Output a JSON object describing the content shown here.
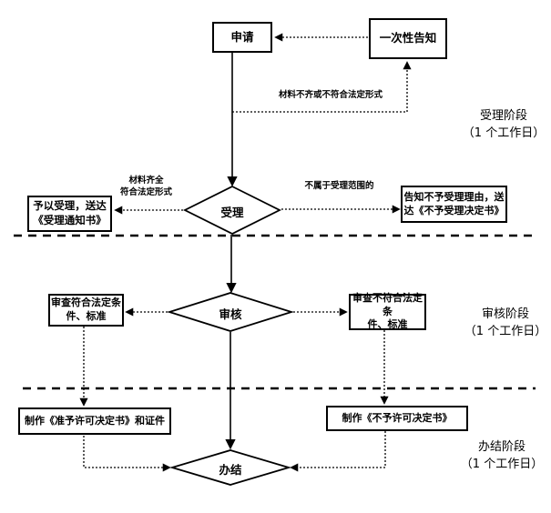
{
  "nodes": {
    "apply": "申请",
    "one_time_notice": "一次性告知",
    "accept": "受理",
    "grant_accept": "予以受理，送达\n《受理通知书》",
    "reject_accept": "告知不予受理理由，送\n达《不予受理决定书》",
    "review": "审核",
    "review_pass": "审查符合法定条\n件、标准",
    "review_fail": "审查不符合法定条\n件、标准",
    "make_permit": "制作《准予许可决定书》和证件",
    "make_denial": "制作《不予许可决定书》",
    "complete": "办结"
  },
  "edge_labels": {
    "materials_incomplete": "材料不齐或不符合法定形式",
    "materials_complete": "材料齐全\n符合法定形式",
    "out_of_scope": "不属于受理范围的"
  },
  "stages": [
    {
      "name": "受理阶段",
      "duration": "（1 个工作日）"
    },
    {
      "name": "审核阶段",
      "duration": "（1 个工作日）"
    },
    {
      "name": "办结阶段",
      "duration": "（1 个工作日）"
    }
  ],
  "colors": {
    "line": "#000000",
    "background": "#ffffff"
  }
}
